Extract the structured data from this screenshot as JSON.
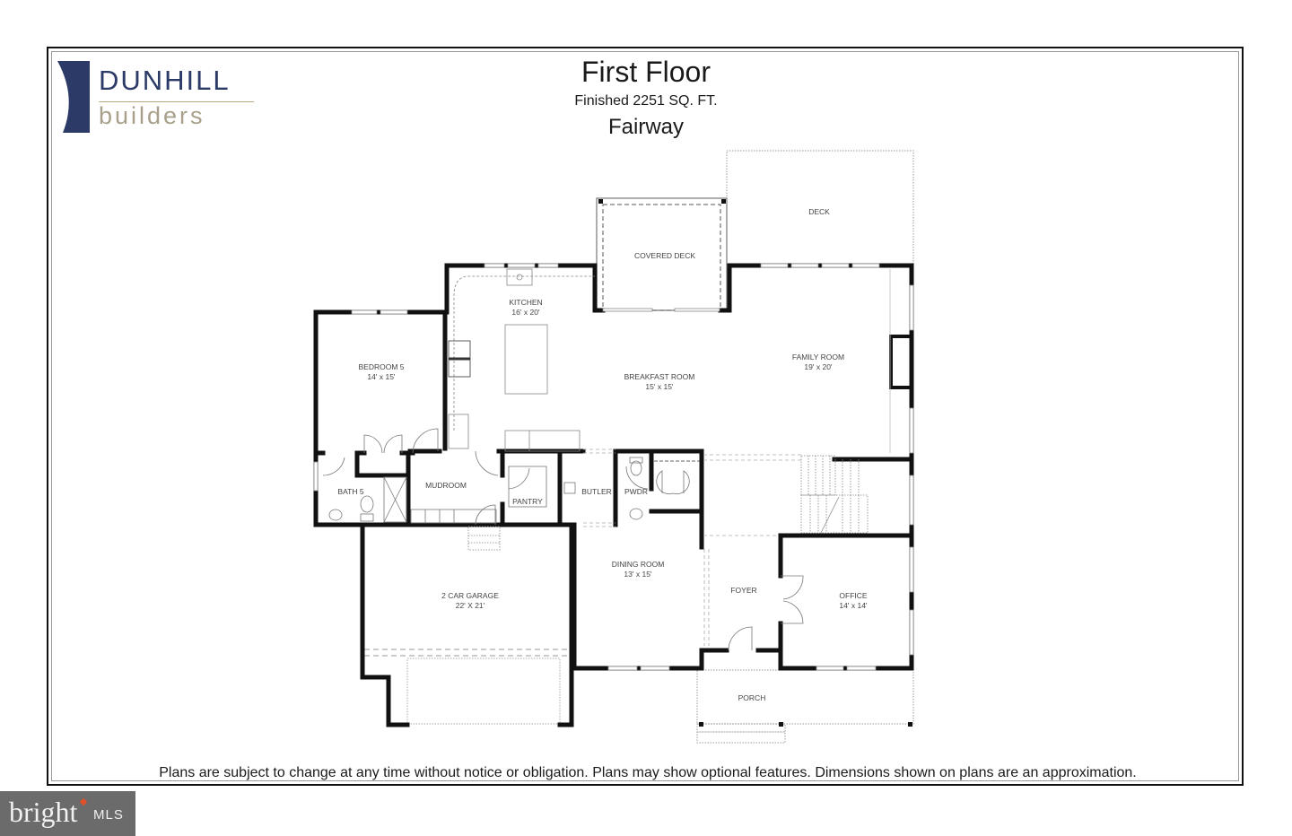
{
  "logo": {
    "brand": "DUNHILL",
    "sub": "builders",
    "colors": {
      "navy": "#2b3a66",
      "gold": "#b9a886"
    }
  },
  "header": {
    "title": "First Floor",
    "subtitle": "Finished 2251 SQ. FT.",
    "plan_name": "Fairway"
  },
  "rooms": {
    "covered_deck": {
      "name": "COVERED DECK"
    },
    "deck": {
      "name": "DECK"
    },
    "kitchen": {
      "name": "KITCHEN",
      "size": "16' x 20'"
    },
    "bedroom5": {
      "name": "BEDROOM 5",
      "size": "14' x 15'"
    },
    "breakfast": {
      "name": "BREAKFAST ROOM",
      "size": "15' x 15'"
    },
    "family": {
      "name": "FAMILY ROOM",
      "size": "19' x 20'"
    },
    "bath5": {
      "name": "BATH 5"
    },
    "mudroom": {
      "name": "MUDROOM"
    },
    "pantry": {
      "name": "PANTRY"
    },
    "butler": {
      "name": "BUTLER"
    },
    "pwdr": {
      "name": "PWDR"
    },
    "garage": {
      "name": "2 CAR GARAGE",
      "size": "22' X 21'"
    },
    "dining": {
      "name": "DINING ROOM",
      "size": "13' x 15'"
    },
    "foyer": {
      "name": "FOYER"
    },
    "office": {
      "name": "OFFICE",
      "size": "14' x 14'"
    },
    "porch": {
      "name": "PORCH"
    }
  },
  "footer": {
    "disclaimer": "Plans are subject to change at any time without notice or obligation. Plans may show optional features. Dimensions shown on plans are an approximation."
  },
  "watermark": {
    "brand": "bright",
    "suffix": "MLS",
    "accent": "#e0502a"
  }
}
